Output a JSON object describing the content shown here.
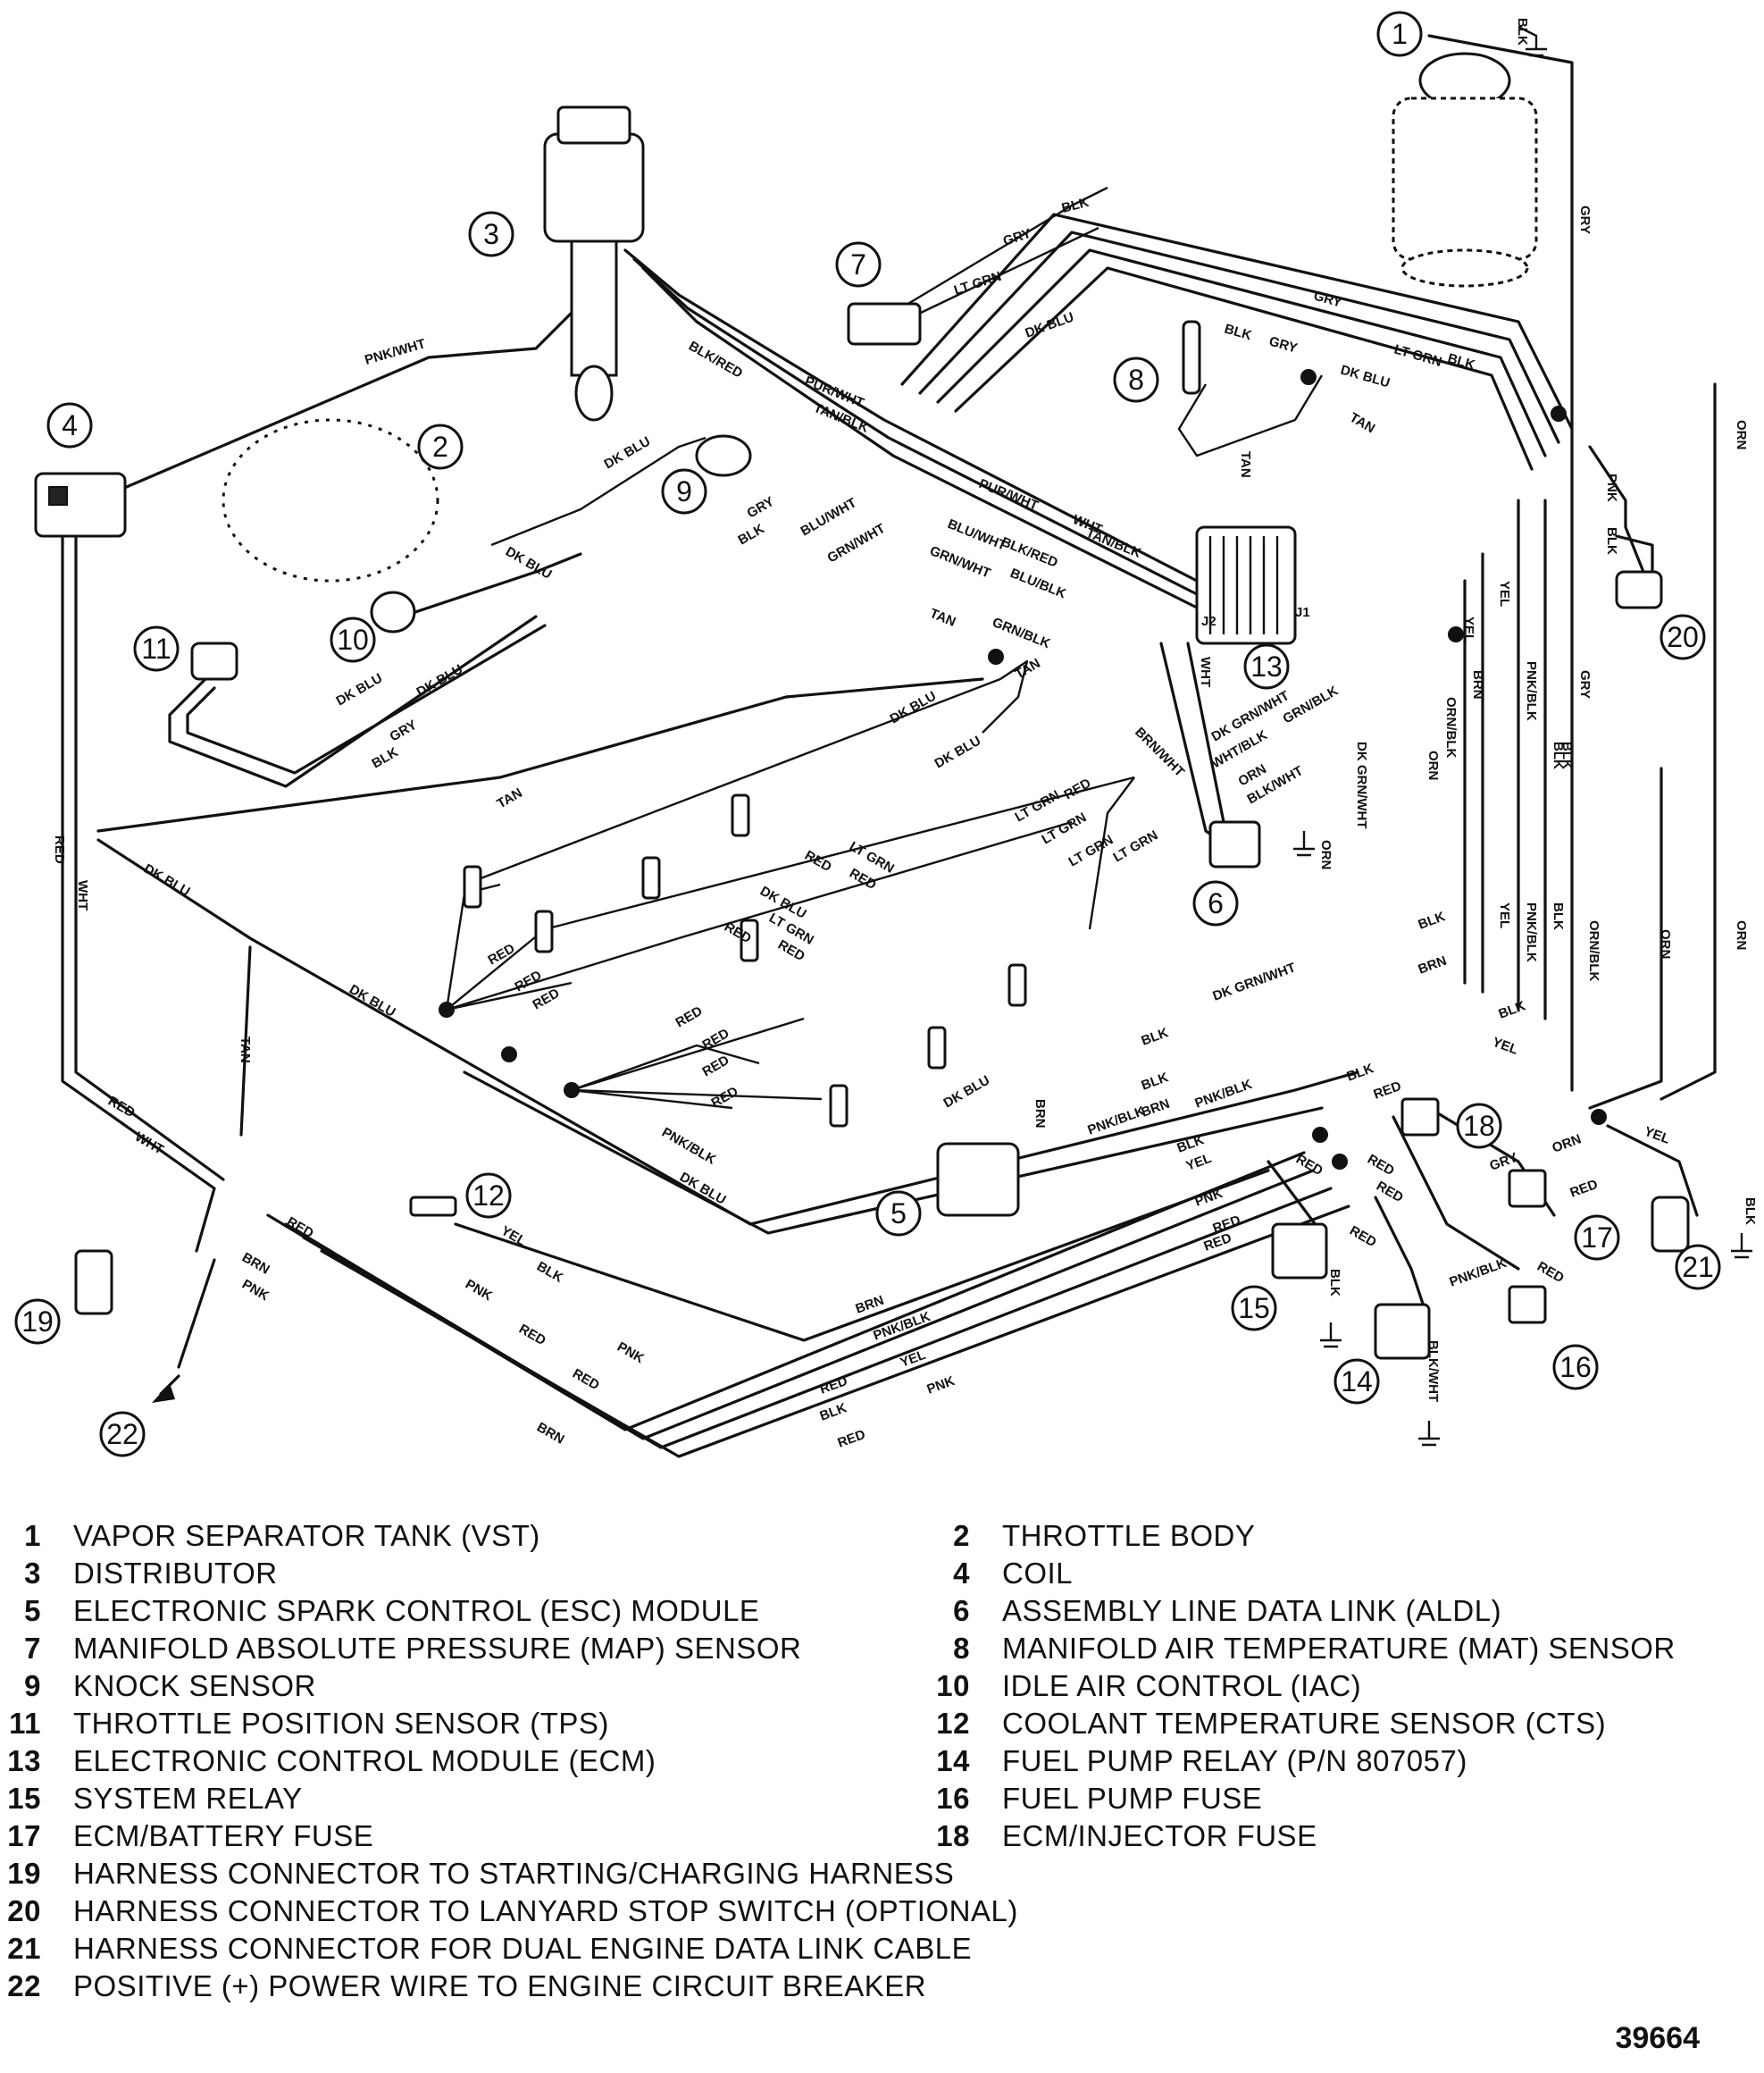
{
  "callouts": [
    "1",
    "2",
    "3",
    "4",
    "5",
    "6",
    "7",
    "8",
    "9",
    "10",
    "11",
    "12",
    "13",
    "14",
    "15",
    "16",
    "17",
    "18",
    "19",
    "20",
    "21",
    "22"
  ],
  "wire_labels": {
    "blk": "BLK",
    "gry": "GRY",
    "lt_grn": "LT GRN",
    "dk_blu": "DK BLU",
    "tan": "TAN",
    "pnk_wht": "PNK/WHT",
    "pur_wht": "PUR/WHT",
    "blk_red": "BLK/RED",
    "tan_blk": "TAN/BLK",
    "blu_wht": "BLU/WHT",
    "grn_wht": "GRN/WHT",
    "blu_blk": "BLU/BLK",
    "grn_blk": "GRN/BLK",
    "red": "RED",
    "wht": "WHT",
    "orn": "ORN",
    "pnk": "PNK",
    "yel": "YEL",
    "brn": "BRN",
    "pnk_blk": "PNK/BLK",
    "orn_blk": "ORN/BLK",
    "dk_grn_wht": "DK GRN/WHT",
    "wht_blk": "WHT/BLK",
    "blk_wht": "BLK/WHT",
    "brn_wht": "BRN/WHT",
    "j1": "J1",
    "j2": "J2"
  },
  "legend": [
    {
      "num": "1",
      "text": "VAPOR SEPARATOR TANK (VST)"
    },
    {
      "num": "2",
      "text": "THROTTLE BODY"
    },
    {
      "num": "3",
      "text": "DISTRIBUTOR"
    },
    {
      "num": "4",
      "text": "COIL"
    },
    {
      "num": "5",
      "text": "ELECTRONIC SPARK CONTROL (ESC) MODULE"
    },
    {
      "num": "6",
      "text": "ASSEMBLY LINE DATA LINK (ALDL)"
    },
    {
      "num": "7",
      "text": "MANIFOLD ABSOLUTE PRESSURE (MAP) SENSOR"
    },
    {
      "num": "8",
      "text": "MANIFOLD AIR TEMPERATURE (MAT) SENSOR"
    },
    {
      "num": "9",
      "text": "KNOCK SENSOR"
    },
    {
      "num": "10",
      "text": "IDLE AIR CONTROL (IAC)"
    },
    {
      "num": "11",
      "text": "THROTTLE POSITION SENSOR (TPS)"
    },
    {
      "num": "12",
      "text": "COOLANT TEMPERATURE SENSOR (CTS)"
    },
    {
      "num": "13",
      "text": "ELECTRONIC CONTROL MODULE (ECM)"
    },
    {
      "num": "14",
      "text": "FUEL PUMP RELAY (P/N 807057)"
    },
    {
      "num": "15",
      "text": "SYSTEM RELAY"
    },
    {
      "num": "16",
      "text": "FUEL PUMP FUSE"
    },
    {
      "num": "17",
      "text": "ECM/BATTERY FUSE"
    },
    {
      "num": "18",
      "text": "ECM/INJECTOR FUSE"
    },
    {
      "num": "19",
      "text": "HARNESS CONNECTOR TO STARTING/CHARGING HARNESS"
    },
    {
      "num": "20",
      "text": "HARNESS CONNECTOR TO LANYARD STOP SWITCH (OPTIONAL)"
    },
    {
      "num": "21",
      "text": "HARNESS CONNECTOR FOR DUAL ENGINE DATA LINK CABLE"
    },
    {
      "num": "22",
      "text": "POSITIVE (+) POWER WIRE TO ENGINE CIRCUIT BREAKER"
    }
  ],
  "figure_number": "39664"
}
